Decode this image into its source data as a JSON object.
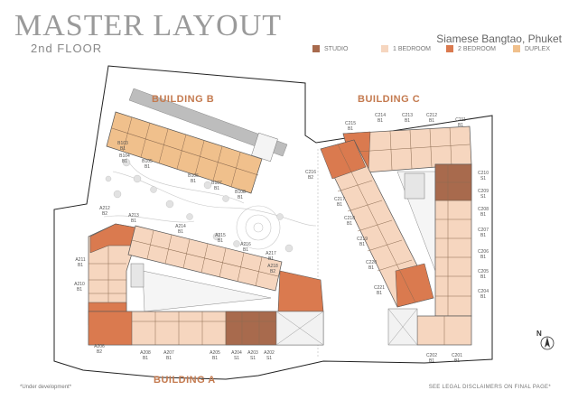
{
  "header": {
    "title": "MASTER LAYOUT",
    "subtitle": "2nd FLOOR",
    "location": "Siamese Bangtao, Phuket"
  },
  "legend": [
    {
      "label": "STUDIO",
      "color": "#a86a4d"
    },
    {
      "label": "1 BEDROOM",
      "color": "#f6d6bf"
    },
    {
      "label": "2 BEDROOM",
      "color": "#da7a4f"
    },
    {
      "label": "DUPLEX",
      "color": "#f0c08c"
    }
  ],
  "buildings": {
    "a": "BUILDING A",
    "b": "BUILDING B",
    "c": "BUILDING C"
  },
  "units": {
    "b": [
      {
        "id": "B103",
        "type": "B1"
      },
      {
        "id": "B104",
        "type": "B1"
      },
      {
        "id": "B105",
        "type": "B1"
      },
      {
        "id": "B106",
        "type": "B1"
      },
      {
        "id": "B107",
        "type": "B1"
      },
      {
        "id": "B108",
        "type": "B1"
      }
    ],
    "a_bottom": [
      {
        "id": "A206",
        "type": "B2"
      },
      {
        "id": "A208",
        "type": "B1"
      },
      {
        "id": "A207",
        "type": "B1"
      },
      {
        "id": "A205",
        "type": "B1"
      },
      {
        "id": "A204",
        "type": "S1"
      },
      {
        "id": "A203",
        "type": "S1"
      },
      {
        "id": "A202",
        "type": "S1"
      }
    ],
    "a_left": [
      {
        "id": "A212",
        "type": "B2"
      },
      {
        "id": "A213",
        "type": "B1"
      },
      {
        "id": "A211",
        "type": "B1"
      },
      {
        "id": "A210",
        "type": "B1"
      }
    ],
    "a_right": [
      {
        "id": "A214",
        "type": "B1"
      },
      {
        "id": "A215",
        "type": "B1"
      },
      {
        "id": "A216",
        "type": "B1"
      },
      {
        "id": "A217",
        "type": "B1"
      },
      {
        "id": "A218",
        "type": "B2"
      }
    ],
    "c_top": [
      {
        "id": "C215",
        "type": "B1"
      },
      {
        "id": "C214",
        "type": "B1"
      },
      {
        "id": "C213",
        "type": "B1"
      },
      {
        "id": "C212",
        "type": "B1"
      },
      {
        "id": "C211",
        "type": "B1"
      }
    ],
    "c_diag": [
      {
        "id": "C216",
        "type": "B2"
      },
      {
        "id": "C217",
        "type": "B1"
      },
      {
        "id": "C218",
        "type": "B1"
      },
      {
        "id": "C219",
        "type": "B1"
      },
      {
        "id": "C220",
        "type": "B1"
      },
      {
        "id": "C221",
        "type": "B1"
      }
    ],
    "c_right": [
      {
        "id": "C210",
        "type": "S1"
      },
      {
        "id": "C209",
        "type": "S1"
      },
      {
        "id": "C208",
        "type": "B1"
      },
      {
        "id": "C207",
        "type": "B1"
      },
      {
        "id": "C206",
        "type": "B1"
      },
      {
        "id": "C205",
        "type": "B1"
      },
      {
        "id": "C204",
        "type": "B1"
      }
    ],
    "c_bottom": [
      {
        "id": "C202",
        "type": "B1"
      },
      {
        "id": "C201",
        "type": "B1"
      }
    ]
  },
  "compass": "N",
  "footer": {
    "left": "*Under development*",
    "right": "SEE LEGAL DISCLAIMERS ON FINAL PAGE*"
  }
}
